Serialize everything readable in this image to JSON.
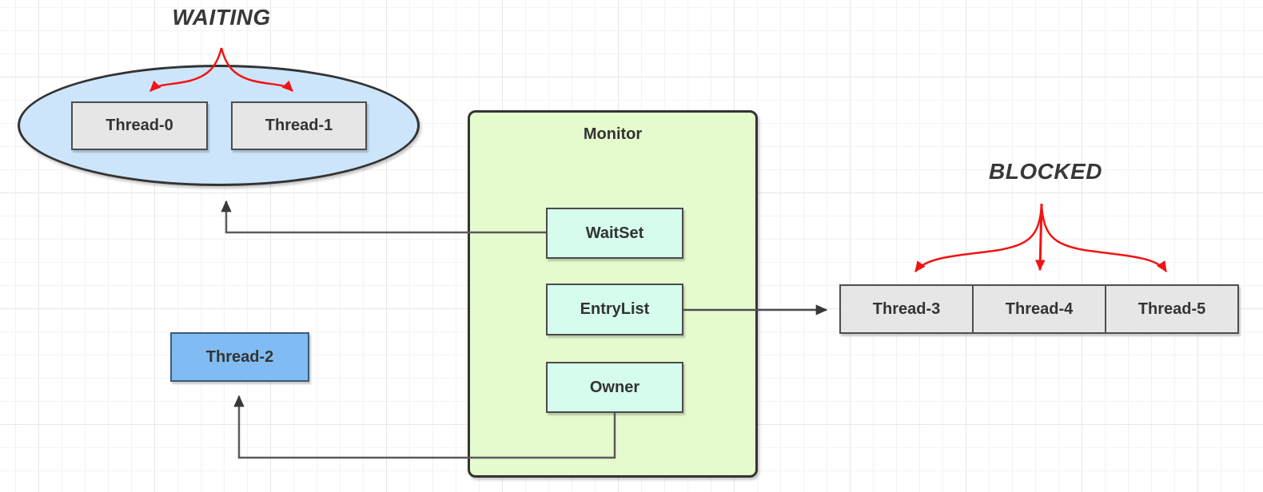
{
  "diagram": {
    "states": {
      "waiting_label": "WAITING",
      "blocked_label": "BLOCKED"
    },
    "monitor": {
      "title": "Monitor",
      "wait_set_label": "WaitSet",
      "entry_list_label": "EntryList",
      "owner_label": "Owner"
    },
    "threads": {
      "waiting": [
        "Thread-0",
        "Thread-1"
      ],
      "owner": "Thread-2",
      "blocked": [
        "Thread-3",
        "Thread-4",
        "Thread-5"
      ]
    },
    "colors": {
      "waiting_area_fill": "#cde5fa",
      "monitor_fill": "#e5fbce",
      "monitor_field_fill": "#d5fcec",
      "thread_fill": "#e6e6e6",
      "owner_thread_fill": "#80bcf3",
      "arrow_red": "#f21313",
      "connector_gray": "#5a5a5a",
      "border_dark": "#333333",
      "text_dark": "#383838"
    }
  }
}
